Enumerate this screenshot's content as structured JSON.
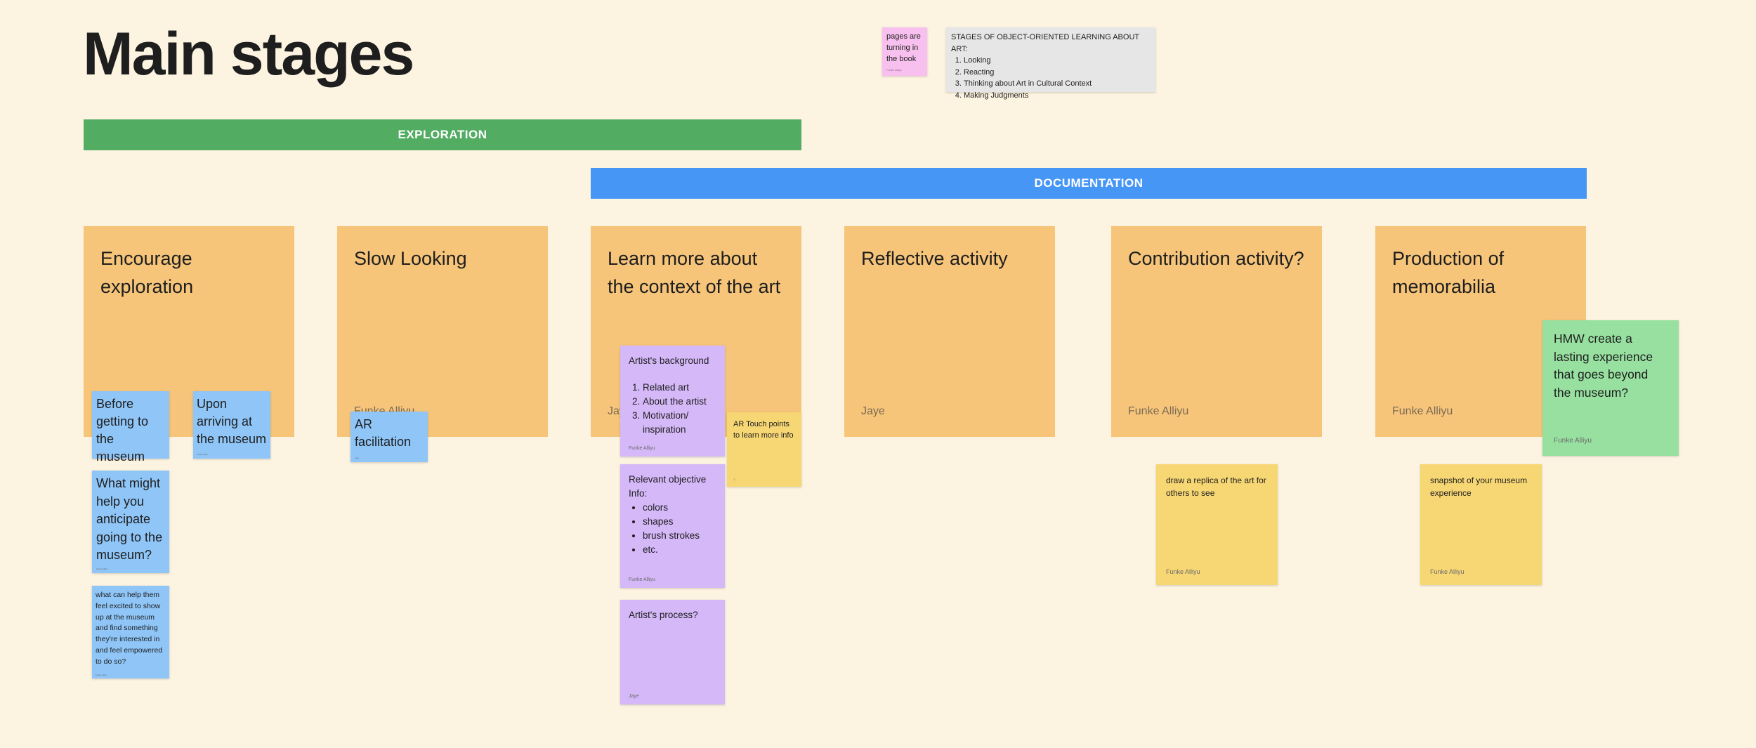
{
  "page": {
    "title": "Main stages"
  },
  "bars": {
    "exploration": "EXPLORATION",
    "documentation": "DOCUMENTATION"
  },
  "colors": {
    "exploration": "#52ad63",
    "documentation": "#4696f5",
    "stage": "#f6c57a",
    "background": "#fdf3e1"
  },
  "stages": [
    {
      "title": "Encourage exploration",
      "author": ""
    },
    {
      "title": "Slow Looking",
      "author": "Funke Alliyu"
    },
    {
      "title": "Learn more about the context of the art",
      "author": "Jaye"
    },
    {
      "title": "Reflective activity",
      "author": "Jaye"
    },
    {
      "title": "Contribution activity?",
      "author": "Funke Alliyu"
    },
    {
      "title": "Production of memorabilia",
      "author": "Funke Alliyu"
    }
  ],
  "notes": {
    "pages_turning": {
      "text": "pages are turning in the book",
      "author": "Funke Alliyu"
    },
    "stages_info": {
      "heading": "STAGES OF OBJECT-ORIENTED LEARNING ABOUT ART:",
      "items": [
        "Looking",
        "Reacting",
        "Thinking about Art in Cultural Context",
        "Making Judgments"
      ]
    },
    "before_museum": {
      "text": "Before getting to the museum",
      "author": "Funke Alliyu"
    },
    "upon_arriving": {
      "text": "Upon arriving at the museum",
      "author": "Funke Alliyu"
    },
    "what_might_help": {
      "text": "What might help you anticipate going to the museum?",
      "author": "Funke Alliyu"
    },
    "excited": {
      "text": "what can help them feel excited to show up at the museum and find something they're interested in and feel empowered to do so?",
      "author": "Funke Alliyu"
    },
    "ar_facilitation": {
      "text": "AR facilitation",
      "author": "Jaye"
    },
    "artists_background": {
      "heading": "Artist's background",
      "items": [
        "Related art",
        "About the artist",
        "Motivation/ inspiration"
      ],
      "author": "Funke Alliyu"
    },
    "relevant_info": {
      "heading": "Relevant objective Info:",
      "items": [
        "colors",
        "shapes",
        "brush strokes",
        "etc."
      ],
      "author": "Funke Alliyu"
    },
    "artists_process": {
      "text": "Artist's process?",
      "author": "Jaye"
    },
    "ar_touch": {
      "text": "AR Touch points to learn more info",
      "author": "J"
    },
    "replica": {
      "text": "draw a replica of the art for others to see",
      "author": "Funke Alliyu"
    },
    "snapshot": {
      "text": "snapshot of your museum experience",
      "author": "Funke Alliyu"
    },
    "hmw": {
      "text": "HMW create a lasting experience that goes beyond the museum?",
      "author": "Funke Alliyu"
    }
  }
}
